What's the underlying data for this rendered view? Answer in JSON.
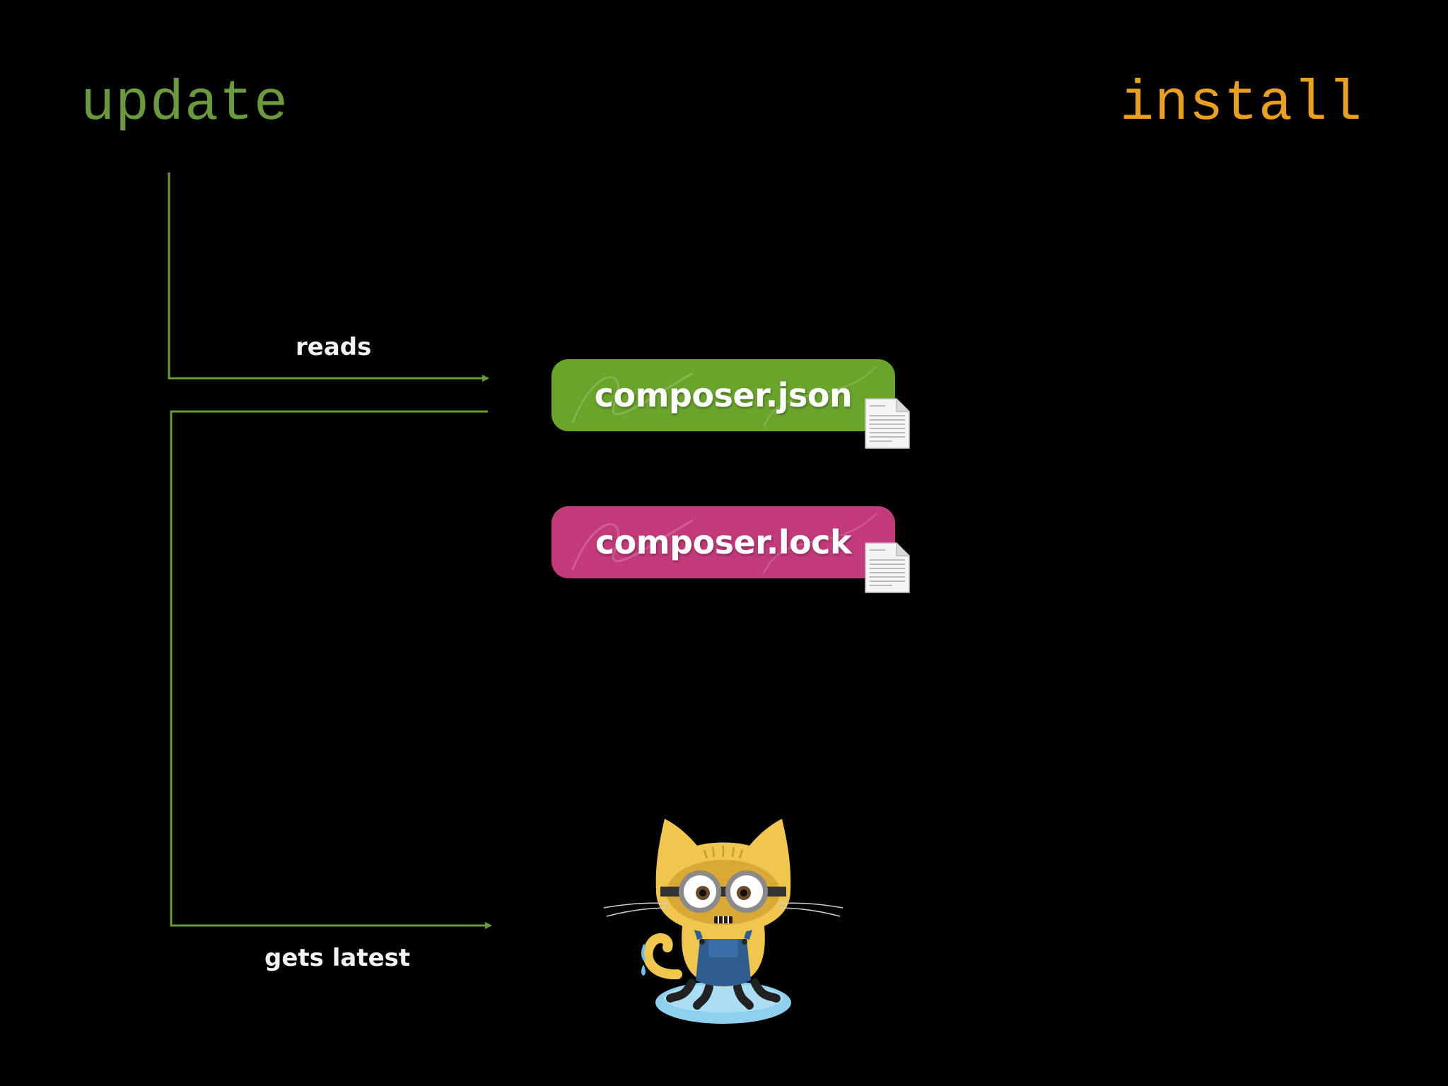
{
  "commands": {
    "update": "update",
    "install": "install"
  },
  "edges": {
    "reads": "reads",
    "gets_latest": "gets latest"
  },
  "files": {
    "json": {
      "label": "composer.json",
      "color": "#6aa42b",
      "icon": "document-icon"
    },
    "lock": {
      "label": "composer.lock",
      "color": "#c23a7a",
      "icon": "document-icon"
    }
  },
  "mascot": {
    "icon": "minion-octocat-icon"
  },
  "colors": {
    "update": "#6a9a3c",
    "install": "#e9a01e",
    "arrow": "#6a9a3c",
    "background": "#000000"
  }
}
